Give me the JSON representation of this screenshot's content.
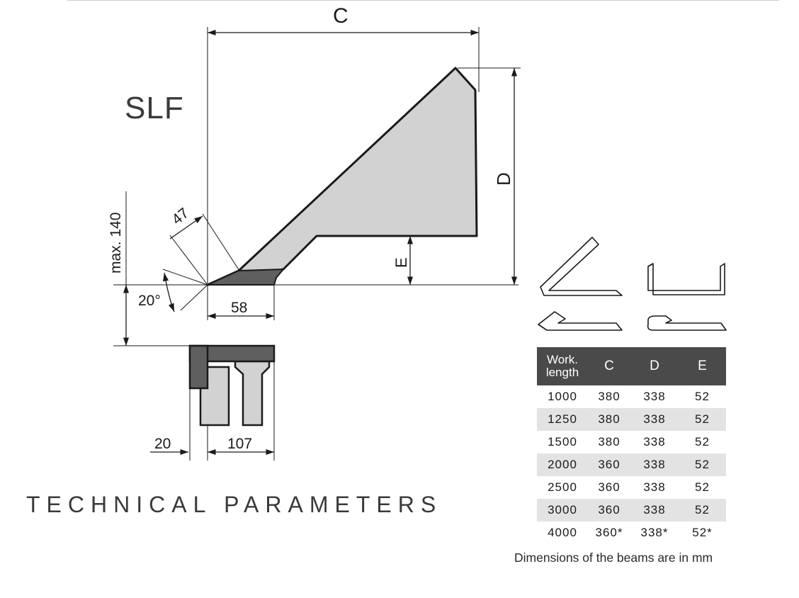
{
  "diagram": {
    "product_name": "SLF",
    "dim_c": "C",
    "dim_d": "D",
    "dim_e": "E",
    "dim_47": "47",
    "dim_max140": "max. 140",
    "dim_angle": "20°",
    "dim_58": "58",
    "dim_20": "20",
    "dim_107": "107"
  },
  "section_title": "TECHNICAL PARAMETERS",
  "table": {
    "headers": [
      "Work. length",
      "C",
      "D",
      "E"
    ],
    "rows": [
      [
        "1000",
        "380",
        "338",
        "52"
      ],
      [
        "1250",
        "380",
        "338",
        "52"
      ],
      [
        "1500",
        "380",
        "338",
        "52"
      ],
      [
        "2000",
        "360",
        "338",
        "52"
      ],
      [
        "2500",
        "360",
        "338",
        "52"
      ],
      [
        "3000",
        "360",
        "338",
        "52"
      ],
      [
        "4000",
        "360*",
        "338*",
        "52*"
      ]
    ]
  },
  "units_note": "Dimensions of the beams are in mm"
}
